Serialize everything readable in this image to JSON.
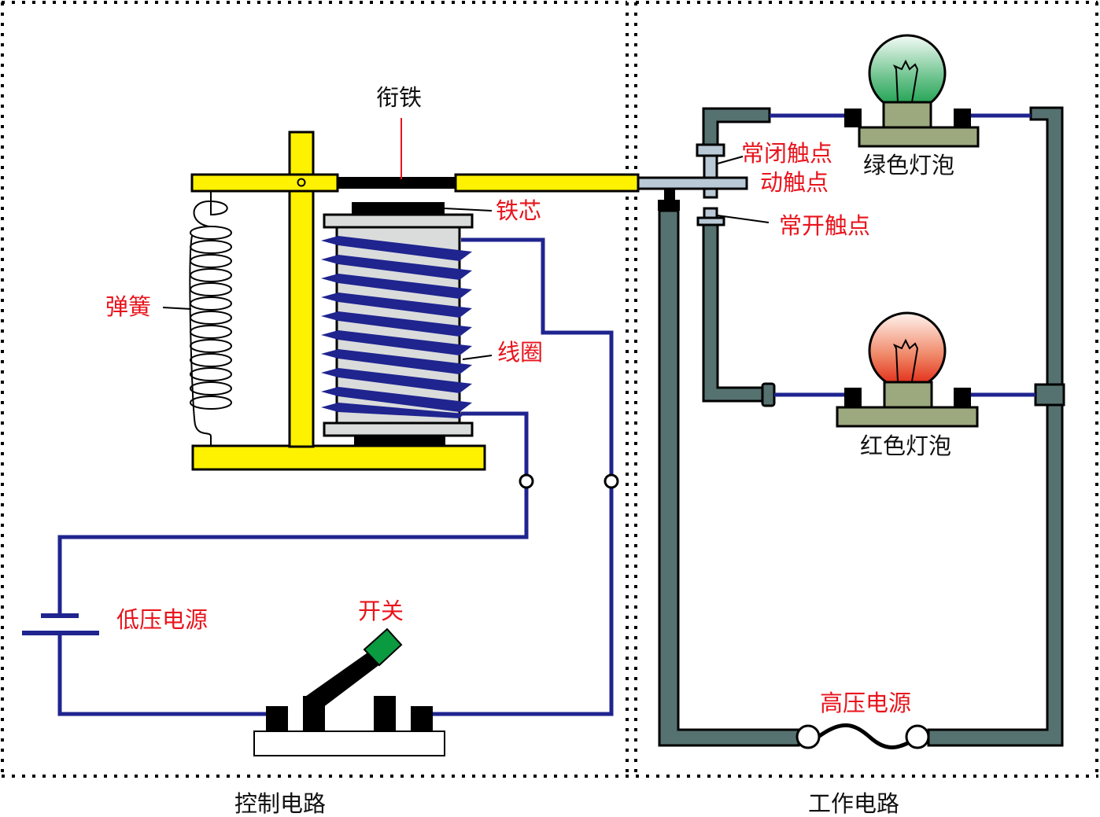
{
  "title": "电磁继电器结构示意图",
  "sections": {
    "control": "控制电路",
    "work": "工作电路"
  },
  "labels": {
    "armature": "衔铁",
    "iron_core": "铁芯",
    "spring": "弹簧",
    "coil": "线圈",
    "normally_closed_contact": "常闭触点",
    "moving_contact": "动触点",
    "normally_open_contact": "常开触点",
    "green_bulb": "绿色灯泡",
    "red_bulb": "红色灯泡",
    "low_voltage_source": "低压电源",
    "switch": "开关",
    "high_voltage_source": "高压电源"
  },
  "colors": {
    "wire": "#1f248f",
    "armature_yellow": "#fff200",
    "pipe": "#567270",
    "label_red": "#e8141c",
    "green_bulb": "#1fa050",
    "red_bulb": "#e02010",
    "switch_handle": "#0a9a40"
  }
}
